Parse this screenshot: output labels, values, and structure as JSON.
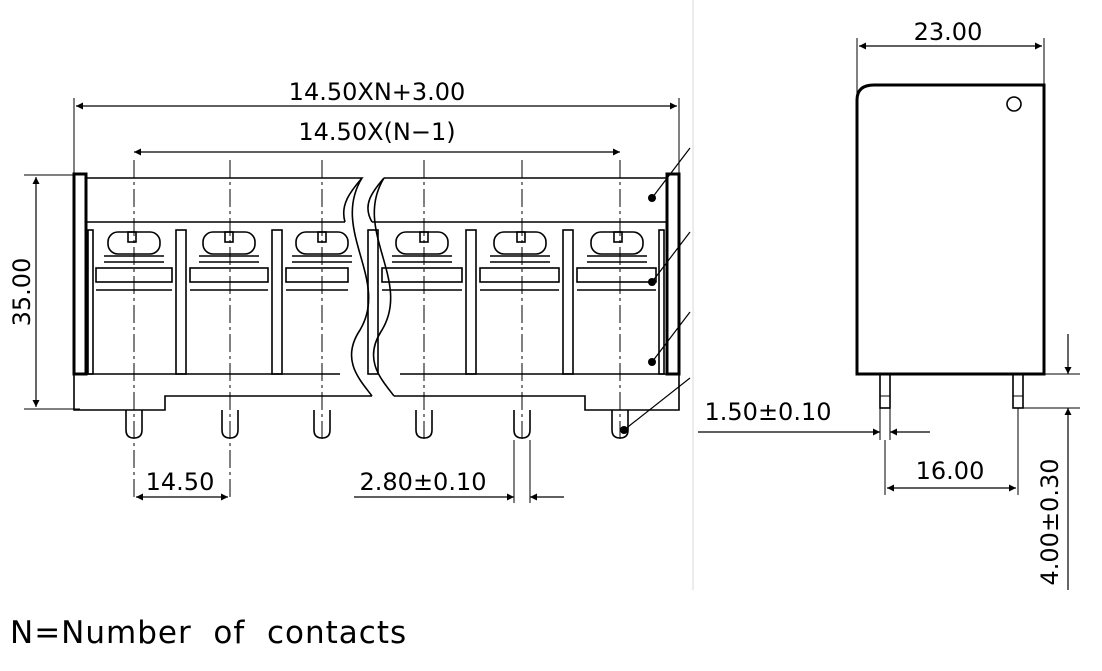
{
  "front_view": {
    "overall_width": "14.50XN+3.00",
    "pitch_span": "14.50X(N−1)",
    "height": "35.00",
    "pitch": "14.50",
    "pin_width": "2.80±0.10"
  },
  "side_view": {
    "width": "23.00",
    "pin_thickness": "1.50±0.10",
    "pin_spacing": "16.00",
    "pin_length": "4.00±0.30"
  },
  "note": "N=Number  of  contacts"
}
